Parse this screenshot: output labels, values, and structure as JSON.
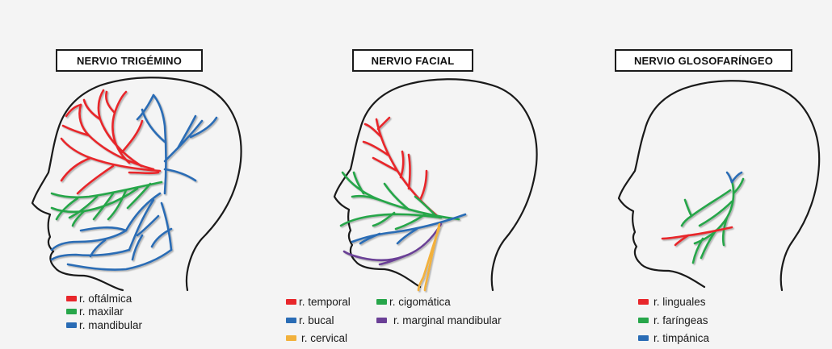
{
  "colors": {
    "red": "#e8262b",
    "green": "#27a64a",
    "blue": "#2a6cb5",
    "yellow": "#f2b13c",
    "purple": "#6a3f96",
    "outline": "#1a1a1a"
  },
  "panels": [
    {
      "title": "NERVIO TRIGÉMINO",
      "legend": [
        {
          "label": "r. oftálmica",
          "color": "red"
        },
        {
          "label": "r. maxilar",
          "color": "green"
        },
        {
          "label": "r. mandibular",
          "color": "blue"
        }
      ]
    },
    {
      "title": "NERVIO FACIAL",
      "legend": [
        {
          "label": "r. temporal",
          "color": "red"
        },
        {
          "label": "r. cigomática",
          "color": "green"
        },
        {
          "label": "r. bucal",
          "color": "blue"
        },
        {
          "label": "r. marginal mandibular",
          "color": "purple"
        },
        {
          "label": "r. cervical",
          "color": "yellow"
        }
      ]
    },
    {
      "title": "NERVIO GLOSOFARÍNGEO",
      "legend": [
        {
          "label": "r. linguales",
          "color": "red"
        },
        {
          "label": "r. faríngeas",
          "color": "green"
        },
        {
          "label": "r. timpánica",
          "color": "blue"
        }
      ]
    }
  ]
}
